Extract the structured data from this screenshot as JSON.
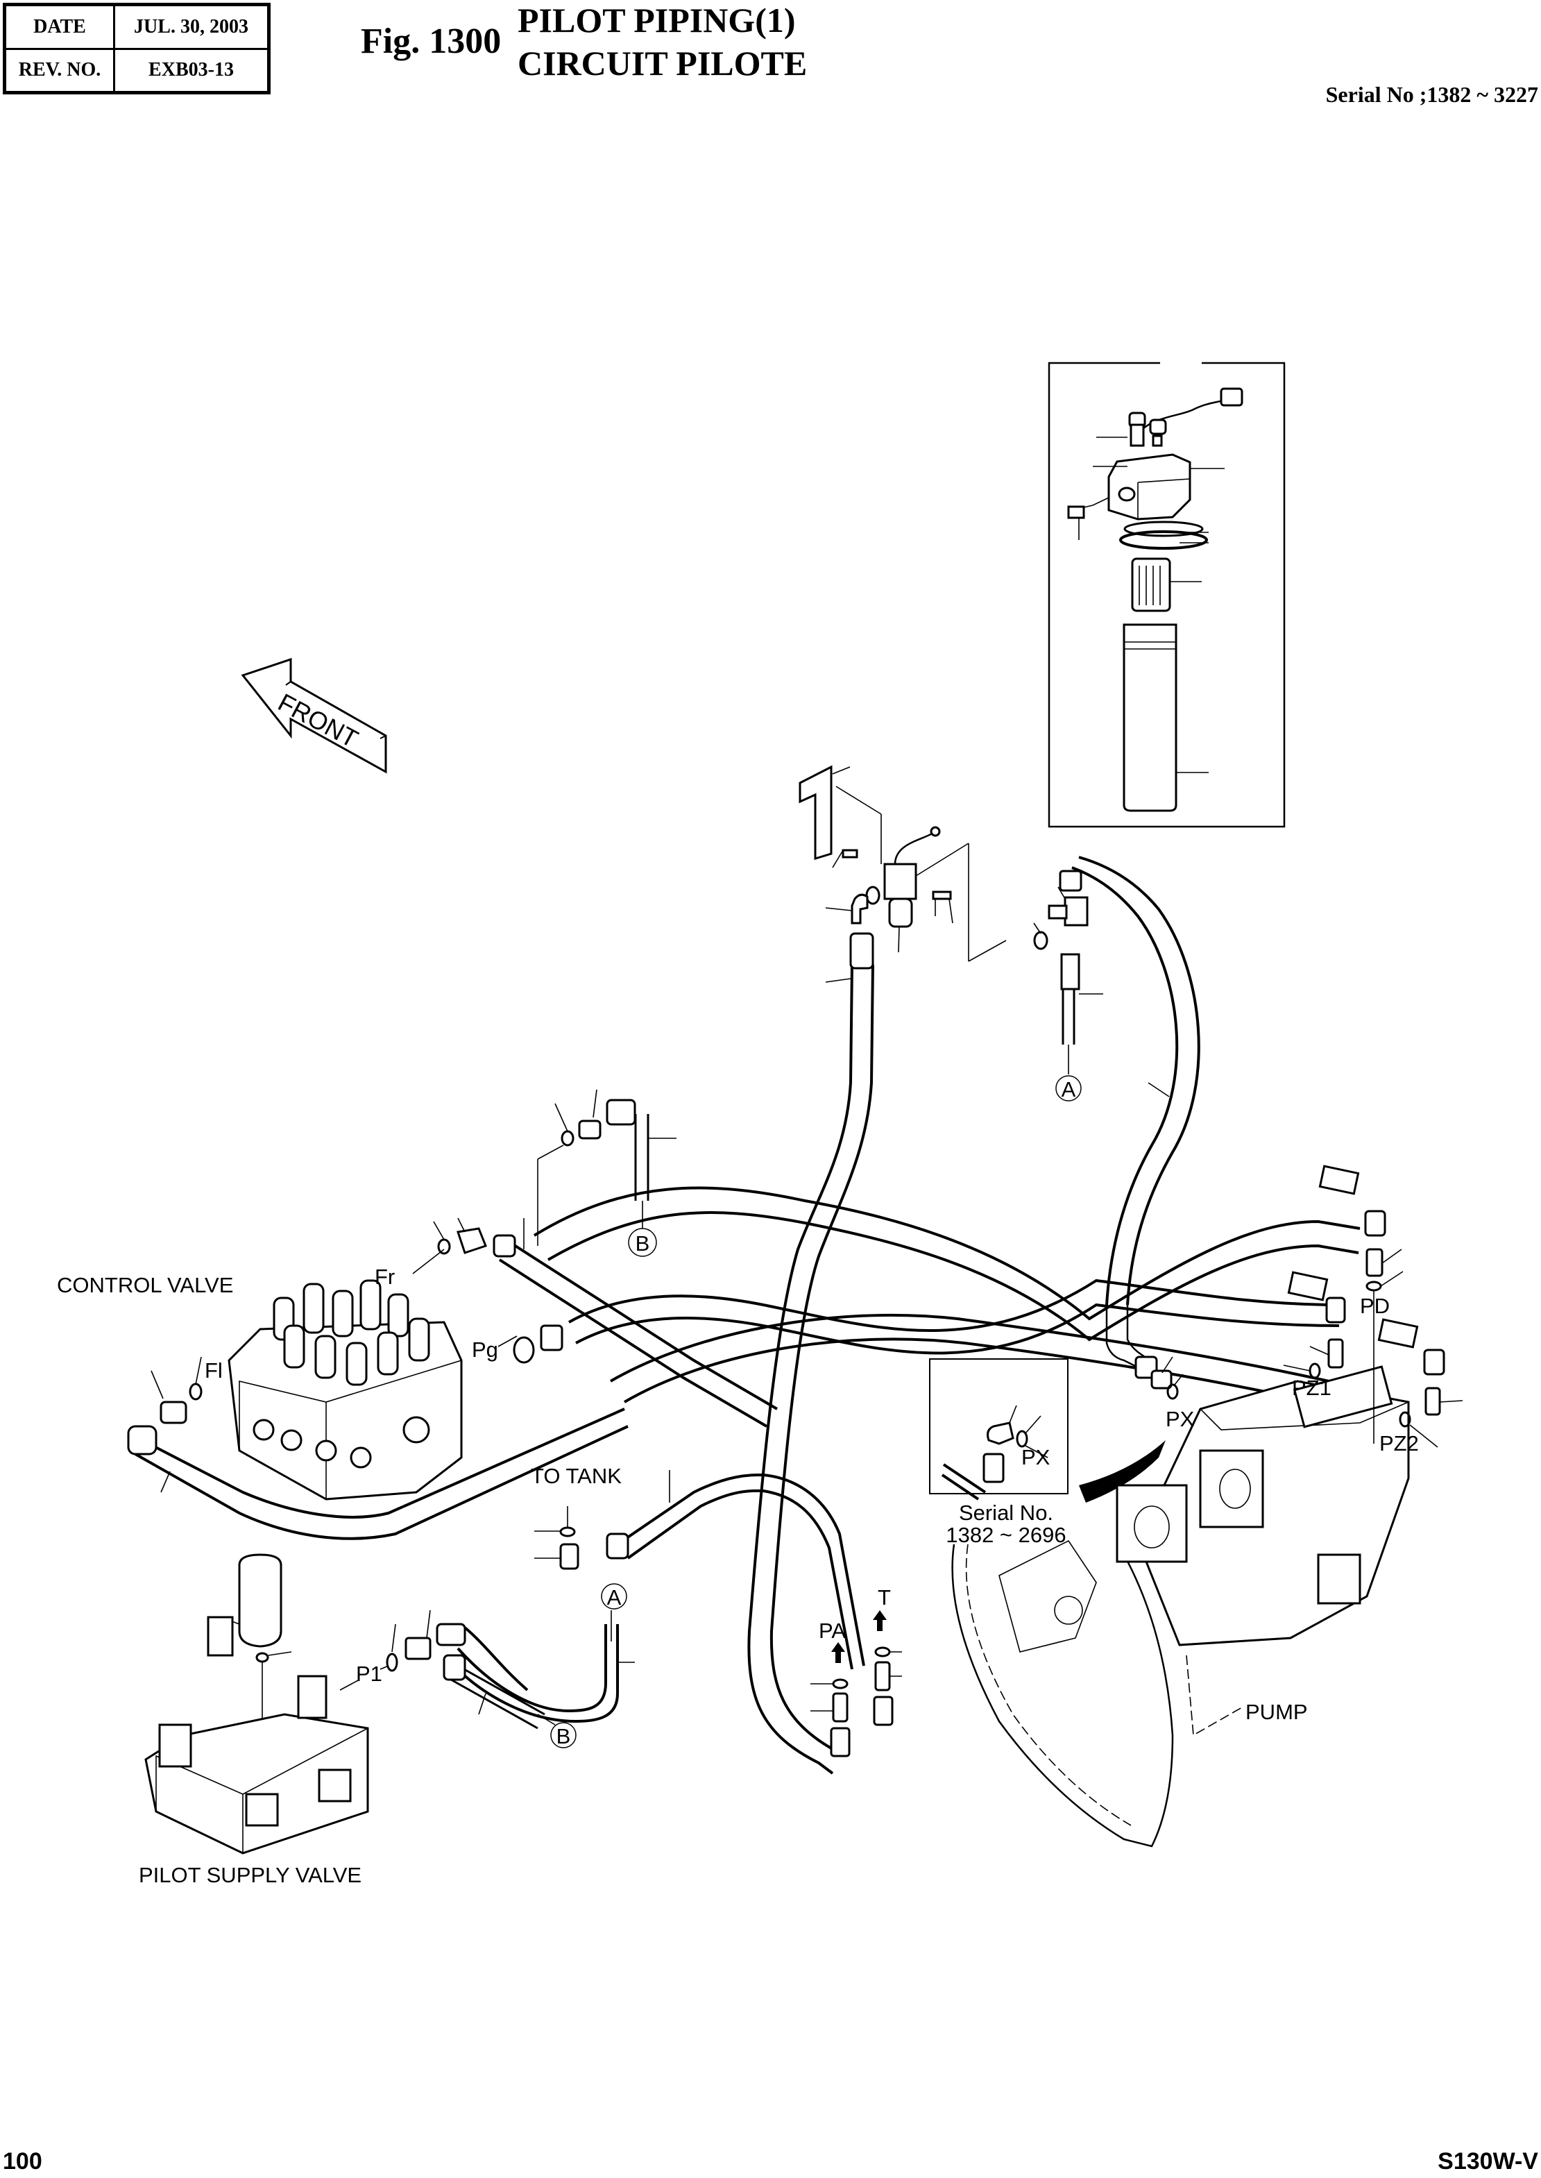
{
  "header": {
    "date_label": "DATE",
    "date_value": "JUL.  30, 2003",
    "rev_label": "REV. NO.",
    "rev_value": "EXB03-13",
    "figure_number": "Fig. 1300",
    "title_line1": "PILOT PIPING(1)",
    "title_line2": "CIRCUIT PILOTE",
    "serial_range": "Serial No ;1382 ~ 3227"
  },
  "footer": {
    "page_number": "100",
    "model": "S130W-V"
  },
  "diagram": {
    "front_arrow": "FRONT",
    "component_labels": {
      "control_valve": "CONTROL VALVE",
      "pilot_supply_valve": "PILOT SUPPLY VALVE",
      "pump": "PUMP",
      "to_tank": "TO TANK"
    },
    "port_labels": {
      "fr": "Fr",
      "fl": "Fl",
      "pg": "Pg",
      "p1": "P1",
      "pa": "PA",
      "t": "T",
      "pd": "PD",
      "pz1": "PZ1",
      "pz2": "PZ2",
      "px": "PX",
      "px_inset": "PX"
    },
    "connection_markers": {
      "a_top": "A",
      "a_bottom": "A",
      "b_top": "B",
      "b_bottom": "B"
    },
    "inset_serial_label": "Serial No.",
    "inset_serial_range": "1382 ~ 2696"
  }
}
